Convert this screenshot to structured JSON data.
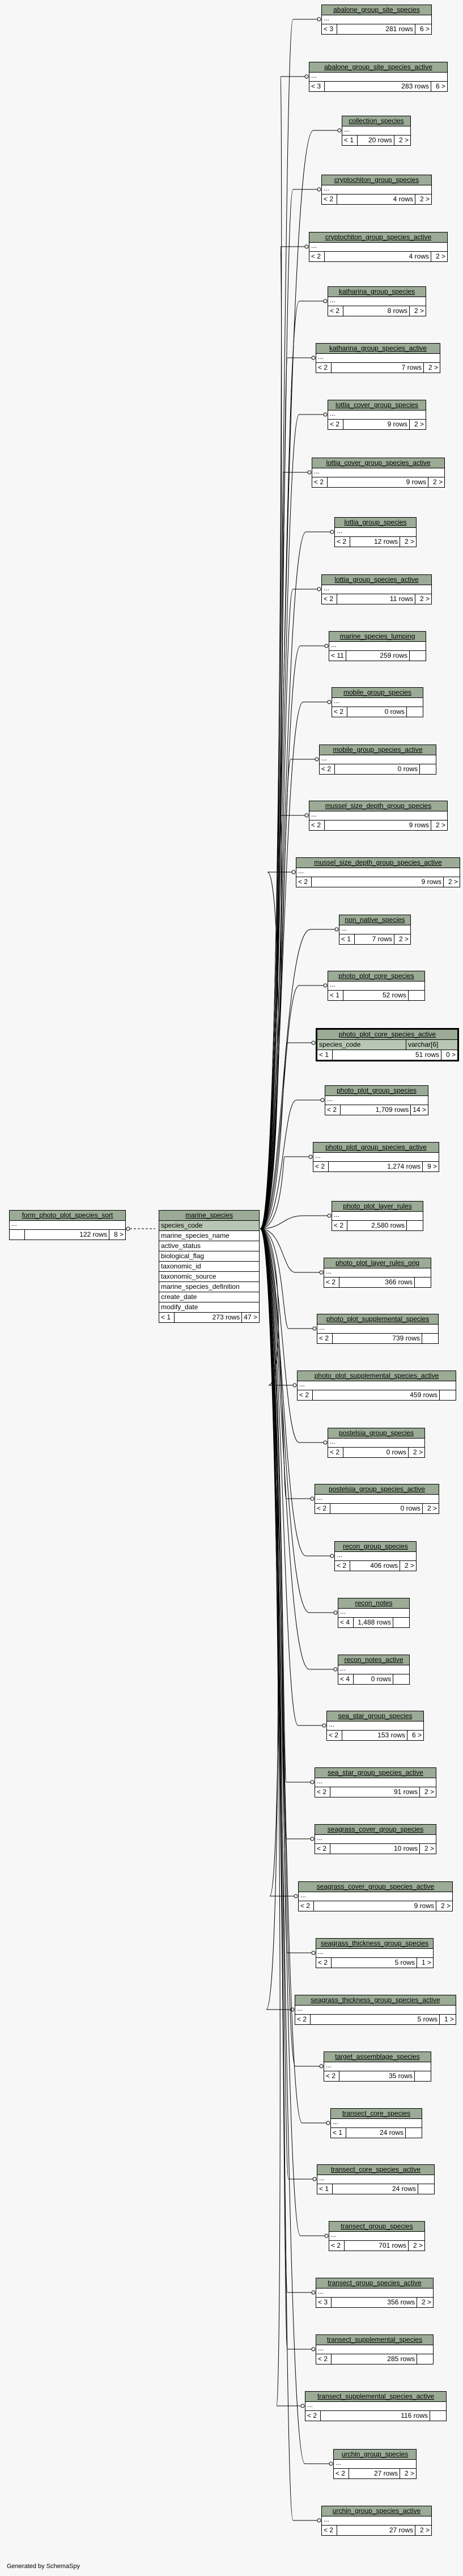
{
  "footer": "Generated by SchemaSpy",
  "main_table": {
    "name": "marine_species",
    "columns": [
      "species_code",
      "marine_species_name",
      "active_status",
      "biological_flag",
      "taxonomic_id",
      "taxonomic_source",
      "marine_species_definition",
      "create_date",
      "modify_date"
    ],
    "parents": "< 1",
    "rows": "273 rows",
    "children": "47 >"
  },
  "left_table": {
    "name": "form_photo_plot_species_sort",
    "ellipsis": "...",
    "parents": "",
    "rows": "122 rows",
    "children": "8 >"
  },
  "selected_table": {
    "name": "photo_plot_core_species_active",
    "column": "species_code",
    "column_type": "varchar[6]",
    "parents": "< 1",
    "rows": "51 rows",
    "children": "0 >"
  },
  "child_tables": [
    {
      "name": "abalone_group_site_species",
      "parents": "< 3",
      "rows": "281 rows",
      "children": "6 >"
    },
    {
      "name": "abalone_group_site_species_active",
      "parents": "< 3",
      "rows": "283 rows",
      "children": "6 >"
    },
    {
      "name": "collection_species",
      "parents": "< 1",
      "rows": "20 rows",
      "children": "2 >"
    },
    {
      "name": "cryptochiton_group_species",
      "parents": "< 2",
      "rows": "4 rows",
      "children": "2 >"
    },
    {
      "name": "cryptochiton_group_species_active",
      "parents": "< 2",
      "rows": "4 rows",
      "children": "2 >"
    },
    {
      "name": "katharina_group_species",
      "parents": "< 2",
      "rows": "8 rows",
      "children": "2 >"
    },
    {
      "name": "katharina_group_species_active",
      "parents": "< 2",
      "rows": "7 rows",
      "children": "2 >"
    },
    {
      "name": "lottia_cover_group_species",
      "parents": "< 2",
      "rows": "9 rows",
      "children": "2 >"
    },
    {
      "name": "lottia_cover_group_species_active",
      "parents": "< 2",
      "rows": "9 rows",
      "children": "2 >"
    },
    {
      "name": "lottia_group_species",
      "parents": "< 2",
      "rows": "12 rows",
      "children": "2 >"
    },
    {
      "name": "lottia_group_species_active",
      "parents": "< 2",
      "rows": "11 rows",
      "children": "2 >"
    },
    {
      "name": "marine_species_lumping",
      "parents": "< 11",
      "rows": "259 rows",
      "children": ""
    },
    {
      "name": "mobile_group_species",
      "parents": "< 2",
      "rows": "0 rows",
      "children": ""
    },
    {
      "name": "mobile_group_species_active",
      "parents": "< 2",
      "rows": "0 rows",
      "children": ""
    },
    {
      "name": "mussel_size_depth_group_species",
      "parents": "< 2",
      "rows": "9 rows",
      "children": "2 >"
    },
    {
      "name": "mussel_size_depth_group_species_active",
      "parents": "< 2",
      "rows": "9 rows",
      "children": "2 >"
    },
    {
      "name": "non_native_species",
      "parents": "< 1",
      "rows": "7 rows",
      "children": "2 >"
    },
    {
      "name": "photo_plot_core_species",
      "parents": "< 1",
      "rows": "52 rows",
      "children": ""
    },
    {
      "name": "photo_plot_group_species",
      "parents": "< 2",
      "rows": "1,709 rows",
      "children": "14 >"
    },
    {
      "name": "photo_plot_group_species_active",
      "parents": "< 2",
      "rows": "1,274 rows",
      "children": "9 >"
    },
    {
      "name": "photo_plot_layer_rules",
      "parents": "< 2",
      "rows": "2,580 rows",
      "children": ""
    },
    {
      "name": "photo_plot_layer_rules_orig",
      "parents": "< 2",
      "rows": "366 rows",
      "children": ""
    },
    {
      "name": "photo_plot_supplemental_species",
      "parents": "< 2",
      "rows": "739 rows",
      "children": ""
    },
    {
      "name": "photo_plot_supplemental_species_active",
      "parents": "< 2",
      "rows": "459 rows",
      "children": ""
    },
    {
      "name": "postelsia_group_species",
      "parents": "< 2",
      "rows": "0 rows",
      "children": "2 >"
    },
    {
      "name": "postelsia_group_species_active",
      "parents": "< 2",
      "rows": "0 rows",
      "children": "2 >"
    },
    {
      "name": "recon_group_species",
      "parents": "< 2",
      "rows": "406 rows",
      "children": "2 >"
    },
    {
      "name": "recon_notes",
      "parents": "< 4",
      "rows": "1,488 rows",
      "children": ""
    },
    {
      "name": "recon_notes_active",
      "parents": "< 4",
      "rows": "0 rows",
      "children": ""
    },
    {
      "name": "sea_star_group_species",
      "parents": "< 2",
      "rows": "153 rows",
      "children": "6 >"
    },
    {
      "name": "sea_star_group_species_active",
      "parents": "< 2",
      "rows": "91 rows",
      "children": "2 >"
    },
    {
      "name": "seagrass_cover_group_species",
      "parents": "< 2",
      "rows": "10 rows",
      "children": "2 >"
    },
    {
      "name": "seagrass_cover_group_species_active",
      "parents": "< 2",
      "rows": "9 rows",
      "children": "2 >"
    },
    {
      "name": "seagrass_thickness_group_species",
      "parents": "< 2",
      "rows": "5 rows",
      "children": "1 >"
    },
    {
      "name": "seagrass_thickness_group_species_active",
      "parents": "< 2",
      "rows": "5 rows",
      "children": "1 >"
    },
    {
      "name": "target_assemblage_species",
      "parents": "< 2",
      "rows": "35 rows",
      "children": ""
    },
    {
      "name": "transect_core_species",
      "parents": "< 1",
      "rows": "24 rows",
      "children": ""
    },
    {
      "name": "transect_core_species_active",
      "parents": "< 1",
      "rows": "24 rows",
      "children": ""
    },
    {
      "name": "transect_group_species",
      "parents": "< 2",
      "rows": "701 rows",
      "children": "2 >"
    },
    {
      "name": "transect_group_species_active",
      "parents": "< 3",
      "rows": "356 rows",
      "children": "2 >"
    },
    {
      "name": "transect_supplemental_species",
      "parents": "< 2",
      "rows": "285 rows",
      "children": ""
    },
    {
      "name": "transect_supplemental_species_active",
      "parents": "< 2",
      "rows": "116 rows",
      "children": ""
    },
    {
      "name": "urchin_group_species",
      "parents": "< 2",
      "rows": "27 rows",
      "children": "2 >"
    },
    {
      "name": "urchin_group_species_active",
      "parents": "< 2",
      "rows": "27 rows",
      "children": "2 >"
    }
  ]
}
